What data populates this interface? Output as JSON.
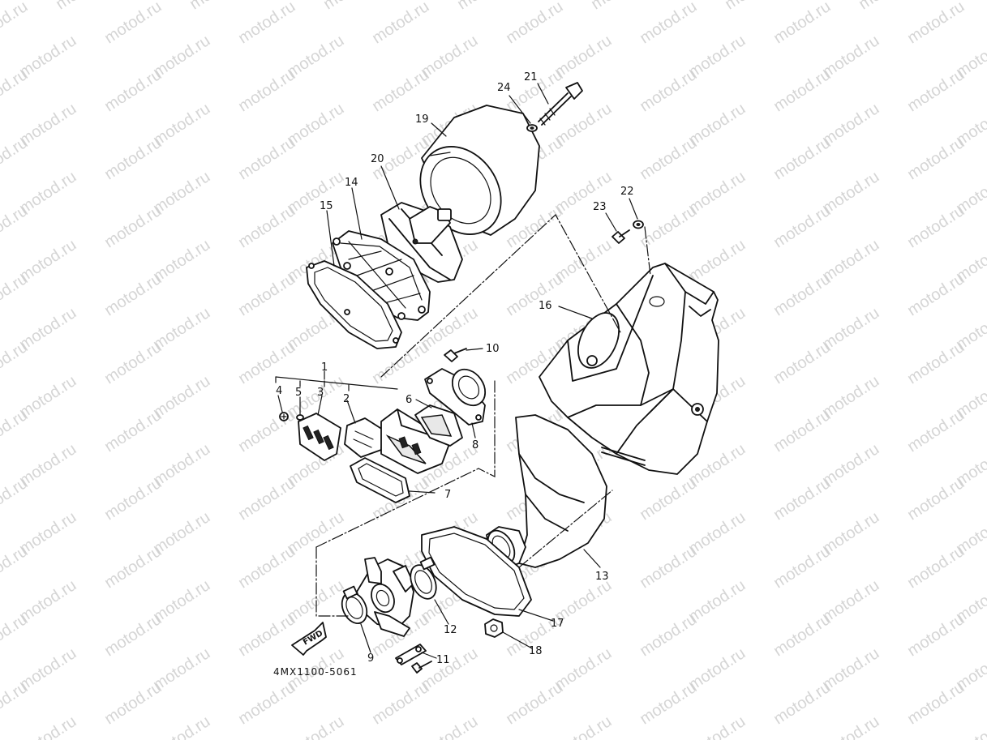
{
  "watermark": {
    "text": "motod.ru"
  },
  "diagram": {
    "part_labels": {
      "p1": "1",
      "p2": "2",
      "p3": "3",
      "p4": "4",
      "p5": "5",
      "p6": "6",
      "p7": "7",
      "p8": "8",
      "p9": "9",
      "p10": "10",
      "p11": "11",
      "p12": "12",
      "p13": "13",
      "p14": "14",
      "p15": "15",
      "p16": "16",
      "p17": "17",
      "p18": "18",
      "p19": "19",
      "p20": "20",
      "p21": "21",
      "p22": "22",
      "p23": "23",
      "p24": "24"
    },
    "fwd_label": "FWD",
    "drawing_code": "4MX1100-5061"
  }
}
